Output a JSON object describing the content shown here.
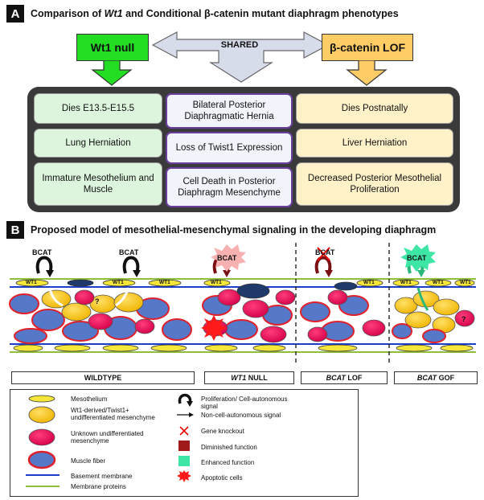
{
  "panelA": {
    "letter": "A",
    "title_pre": "Comparison of ",
    "title_italic": "Wt1",
    "title_post": " and Conditional β-catenin mutant diaphragm phenotypes",
    "left_header": "Wt1 null",
    "shared_label": "SHARED",
    "right_header": "β-catenin LOF",
    "left_cells": [
      "Dies E13.5-E15.5",
      "Lung Herniation",
      "Immature Mesothelium and Muscle"
    ],
    "mid_cells": [
      "Bilateral Posterior Diaphragmatic Hernia",
      "Loss of Twist1 Expression",
      "Cell Death in Posterior Diaphragm Mesenchyme"
    ],
    "right_cells": [
      "Dies Postnatally",
      "Liver Herniation",
      "Decreased Posterior Mesothelial Proliferation"
    ],
    "colors": {
      "green_header": "#22dd22",
      "yellow_header": "#ffcc66",
      "frame": "#3a3a3a"
    }
  },
  "panelB": {
    "letter": "B",
    "title": "Proposed model of mesothelial-mesenchymal signaling in the developing diaphragm",
    "bcat_label": "BCAT",
    "wt1_label": "WT1",
    "question_mark": "?",
    "captions": {
      "wildtype": "WILDTYPE",
      "wt1_null_italic": "WT1",
      "wt1_null_rest": " NULL",
      "bcat_lof_italic": "BCAT",
      "bcat_lof_rest": " LOF",
      "bcat_gof_italic": "BCAT",
      "bcat_gof_rest": " GOF"
    }
  },
  "legend": {
    "mesothelium": "Mesothelium",
    "wt1_derived": "Wt1-derived/Twist1+ undifferentiated mesenchyme",
    "unknown": "Unknown undifferentiated mesenchyme",
    "muscle": "Muscle fiber",
    "basement": "Basement membrane",
    "membrane_proteins": "Membrane proteins",
    "proliferation": "Proliferation/ Cell-autonomous signal",
    "non_cell": "Non-cell-autonomous signal",
    "knockout": "Gene knockout",
    "diminished": "Diminished function",
    "enhanced": "Enhanced function",
    "apoptotic": "Apoptotic cells"
  }
}
